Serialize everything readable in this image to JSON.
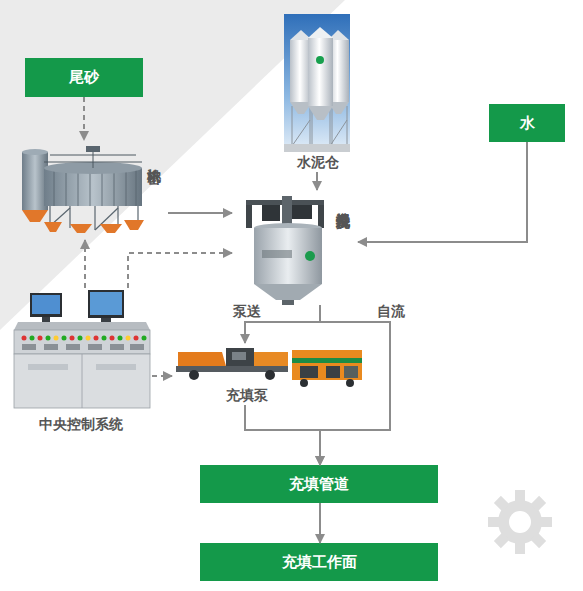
{
  "diagram": {
    "nodes": [
      {
        "text": [
          "尾砂"
        ]
      },
      {
        "text": [
          "水泥仓"
        ]
      },
      {
        "text": [
          "水"
        ]
      },
      {
        "text": [
          "浓密机"
        ]
      },
      {
        "text": [
          "搅拌混合系统"
        ]
      },
      {
        "text": [
          "中央控制系统"
        ]
      },
      {
        "text": [
          "充填泵"
        ]
      },
      {
        "text": [
          "充填管道"
        ]
      },
      {
        "text": [
          "充填工作面"
        ]
      }
    ],
    "edges": [
      {
        "from": 0,
        "to": 3,
        "arrow": "to"
      },
      {
        "from": 1,
        "to": 4,
        "arrow": "to"
      },
      {
        "from": 2,
        "to": 4,
        "arrow": "to"
      },
      {
        "from": 3,
        "to": 4,
        "arrow": "to"
      },
      {
        "from": 5,
        "to": 3,
        "arrow": "to"
      },
      {
        "from": 5,
        "to": 4,
        "arrow": "to"
      },
      {
        "from": 5,
        "to": 6,
        "arrow": "to"
      },
      {
        "from": 4,
        "to": 6,
        "label": "泵送",
        "arrow": "to"
      },
      {
        "from": 4,
        "to": 7,
        "label": "自流",
        "arrow": "to"
      },
      {
        "from": 6,
        "to": 7,
        "arrow": "to"
      },
      {
        "from": 7,
        "to": 8,
        "arrow": "to"
      }
    ]
  }
}
